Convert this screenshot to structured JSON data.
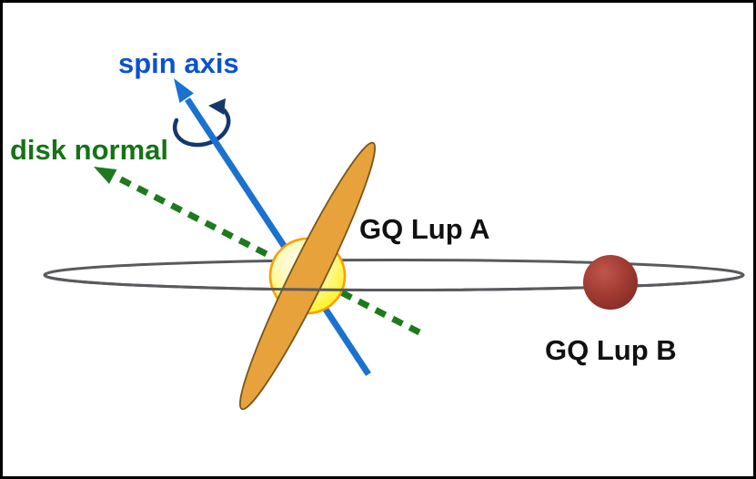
{
  "diagram": {
    "labels": {
      "spin_axis": "spin axis",
      "disk_normal": "disk normal",
      "primary_star": "GQ Lup A",
      "companion": "GQ Lup B"
    },
    "colors": {
      "spin_axis_text": "#0d52cc",
      "spin_axis_arrow": "#1a72d0",
      "rotation_arrow": "#14386e",
      "disk_normal_text": "#157315",
      "disk_normal_arrow": "#1d7a1d",
      "orbit_line": "#595a5e",
      "disk_fill": "#e7a23c",
      "disk_stroke": "#77571d",
      "star_outline": "#ff9d00",
      "star_gradient_inner": "#fffdf0",
      "star_gradient_mid": "#fff9b0",
      "star_gradient_outer": "#fff200",
      "companion_gradient_inner": "#bf564c",
      "companion_gradient_mid": "#a03a31",
      "companion_gradient_outer": "#7d2a23",
      "label_text": "#111111"
    }
  }
}
